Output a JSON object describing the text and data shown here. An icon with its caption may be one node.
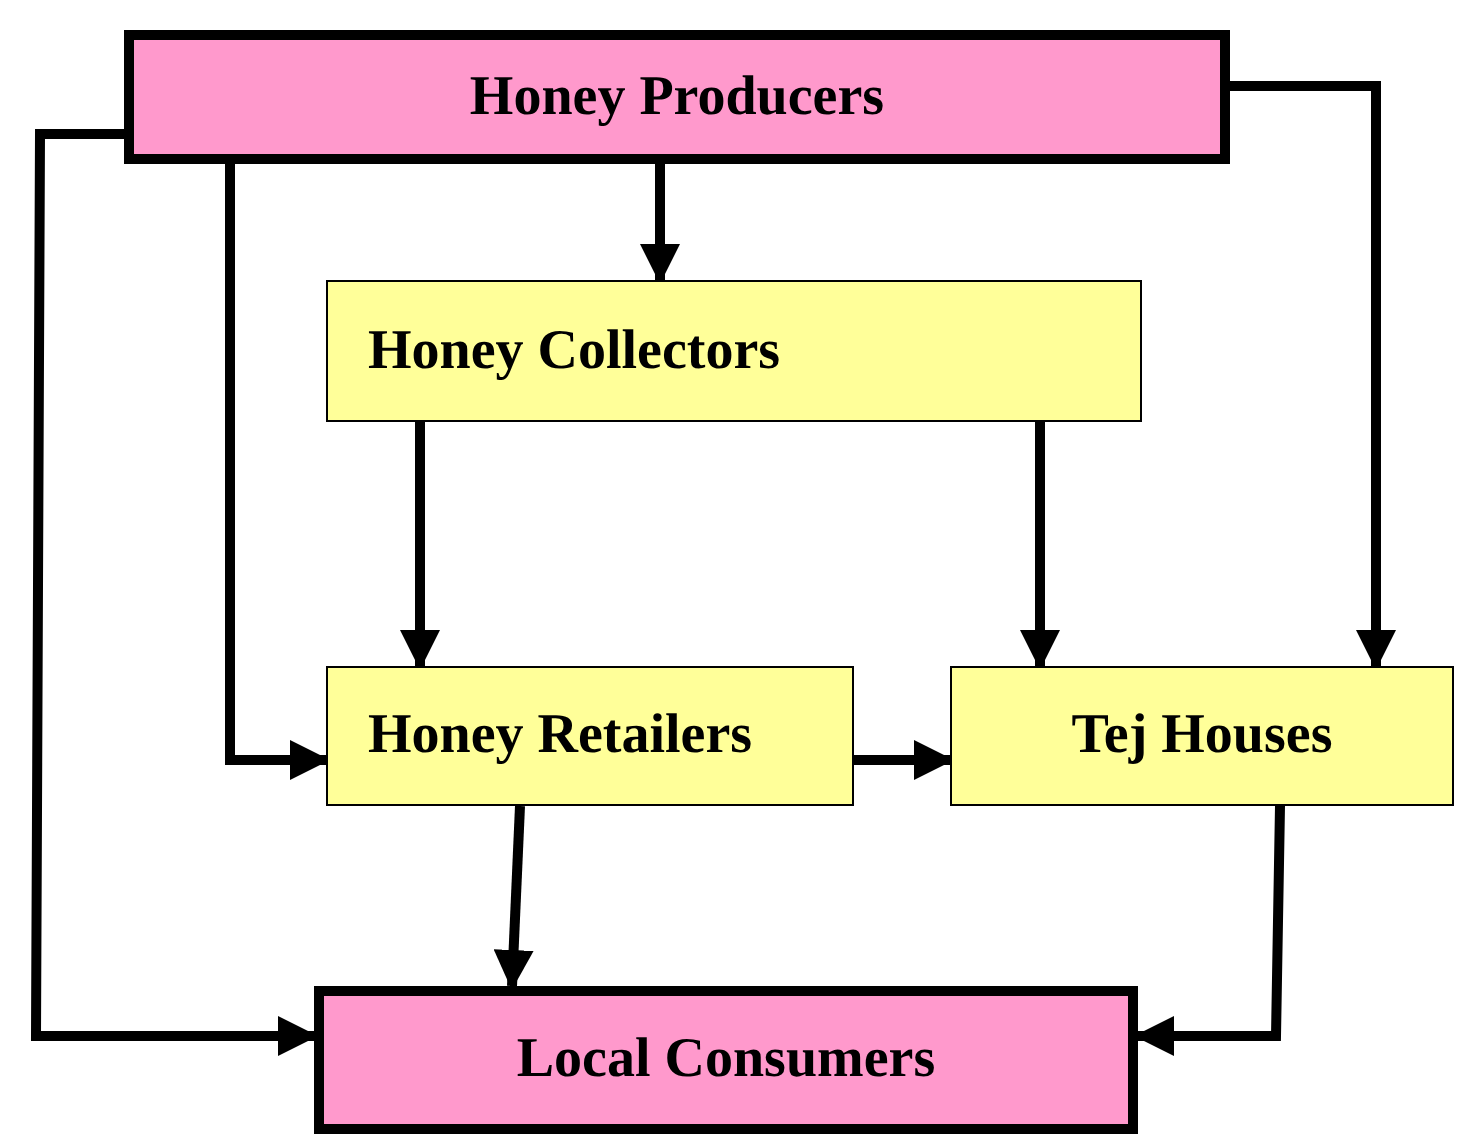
{
  "diagram": {
    "nodes": [
      {
        "text": [
          "Honey Producers"
        ]
      },
      {
        "text": [
          "Honey Collectors"
        ]
      },
      {
        "text": [
          "Honey Retailers"
        ]
      },
      {
        "text": [
          "Tej Houses"
        ]
      },
      {
        "text": [
          "Local Consumers"
        ]
      }
    ],
    "edges": [
      {
        "from": 0,
        "to": 1,
        "arrow": "to"
      },
      {
        "from": 0,
        "to": 2,
        "arrow": "to"
      },
      {
        "from": 0,
        "to": 3,
        "arrow": "to"
      },
      {
        "from": 0,
        "to": 4,
        "arrow": "to"
      },
      {
        "from": 1,
        "to": 2,
        "arrow": "to"
      },
      {
        "from": 1,
        "to": 3,
        "arrow": "to"
      },
      {
        "from": 2,
        "to": 3,
        "arrow": "to"
      },
      {
        "from": 2,
        "to": 4,
        "arrow": "to"
      },
      {
        "from": 3,
        "to": 4,
        "arrow": "to"
      }
    ]
  }
}
